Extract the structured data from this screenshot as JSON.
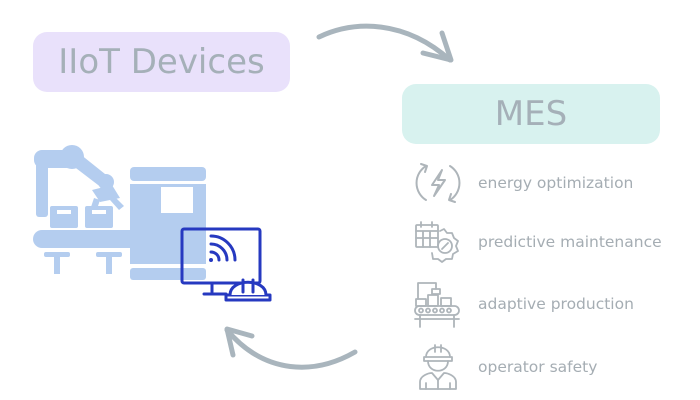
{
  "diagram": {
    "iiot": {
      "label": "IIoT Devices",
      "bg": "#e9e1fb"
    },
    "mes": {
      "label": "MES",
      "bg": "#d8f2ef"
    },
    "features": [
      {
        "label": "energy optimization",
        "icon": "energy-cycle-icon"
      },
      {
        "label": "predictive maintenance",
        "icon": "calendar-gear-icon"
      },
      {
        "label": "adaptive production",
        "icon": "conveyor-robot-icon"
      },
      {
        "label": "operator safety",
        "icon": "worker-helmet-icon"
      }
    ],
    "colors": {
      "arrow": "#a9b5bd",
      "machine": "#b4cdef",
      "monitor": "#2639c0",
      "icon_gray": "#aeb5ba"
    }
  }
}
